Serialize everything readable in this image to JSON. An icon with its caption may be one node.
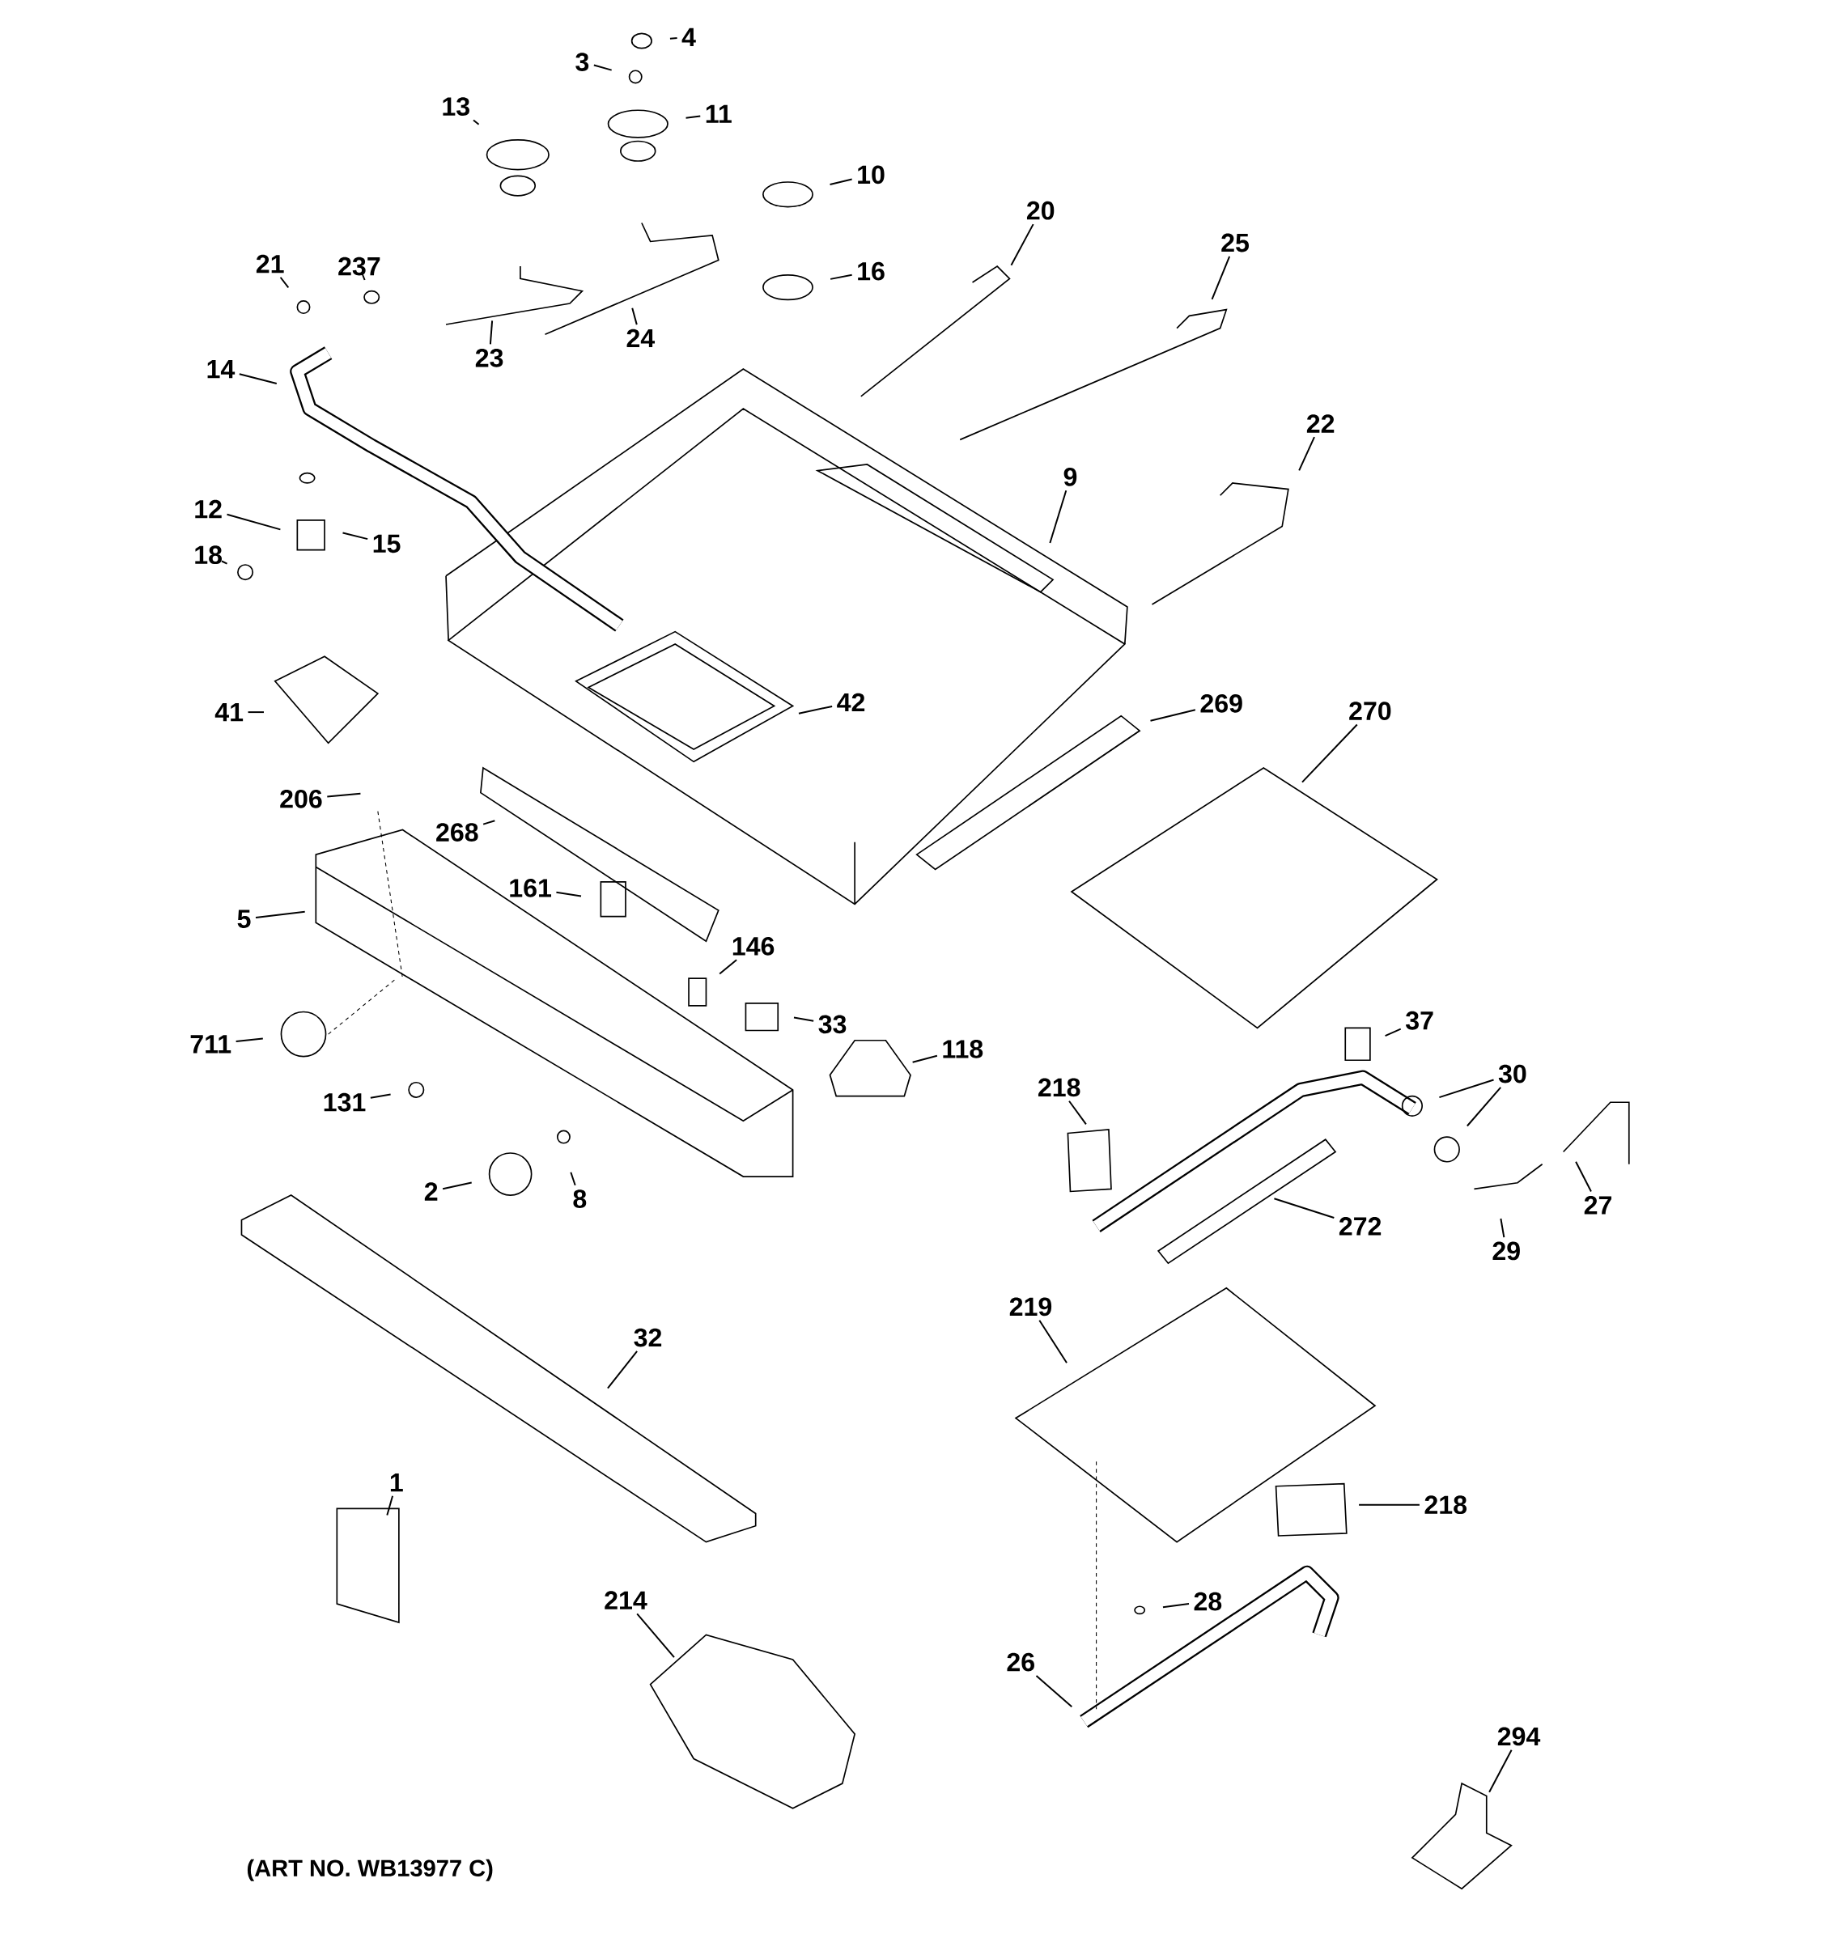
{
  "diagram": {
    "nodes": [
      {
        "text": [
          "4"
        ]
      },
      {
        "text": [
          "3"
        ]
      },
      {
        "text": [
          "13"
        ]
      },
      {
        "text": [
          "11"
        ]
      },
      {
        "text": [
          "10"
        ]
      },
      {
        "text": [
          "20"
        ]
      },
      {
        "text": [
          "16"
        ]
      },
      {
        "text": [
          "21"
        ]
      },
      {
        "text": [
          "237"
        ]
      },
      {
        "text": [
          "25"
        ]
      },
      {
        "text": [
          "24"
        ]
      },
      {
        "text": [
          "23"
        ]
      },
      {
        "text": [
          "14"
        ]
      },
      {
        "text": [
          "22"
        ]
      },
      {
        "text": [
          "9"
        ]
      },
      {
        "text": [
          "12"
        ]
      },
      {
        "text": [
          "15"
        ]
      },
      {
        "text": [
          "18"
        ]
      },
      {
        "text": [
          "42"
        ]
      },
      {
        "text": [
          "41"
        ]
      },
      {
        "text": [
          "269"
        ]
      },
      {
        "text": [
          "270"
        ]
      },
      {
        "text": [
          "206"
        ]
      },
      {
        "text": [
          "268"
        ]
      },
      {
        "text": [
          "161"
        ]
      },
      {
        "text": [
          "5"
        ]
      },
      {
        "text": [
          "146"
        ]
      },
      {
        "text": [
          "33"
        ]
      },
      {
        "text": [
          "37"
        ]
      },
      {
        "text": [
          "711"
        ]
      },
      {
        "text": [
          "118"
        ]
      },
      {
        "text": [
          "218"
        ]
      },
      {
        "text": [
          "30"
        ]
      },
      {
        "text": [
          "131"
        ]
      },
      {
        "text": [
          "2"
        ]
      },
      {
        "text": [
          "8"
        ]
      },
      {
        "text": [
          "27"
        ]
      },
      {
        "text": [
          "272"
        ]
      },
      {
        "text": [
          "29"
        ]
      },
      {
        "text": [
          "219"
        ]
      },
      {
        "text": [
          "32"
        ]
      },
      {
        "text": [
          "1"
        ]
      },
      {
        "text": [
          "218"
        ]
      },
      {
        "text": [
          "214"
        ]
      },
      {
        "text": [
          "28"
        ]
      },
      {
        "text": [
          "26"
        ]
      },
      {
        "text": [
          "294"
        ]
      }
    ],
    "edges": [
      {
        "from": 0,
        "to": null,
        "arrow": "none"
      },
      {
        "from": 1,
        "to": null,
        "arrow": "none"
      },
      {
        "from": 2,
        "to": null,
        "arrow": "none"
      },
      {
        "from": 3,
        "to": null,
        "arrow": "none"
      },
      {
        "from": 4,
        "to": null,
        "arrow": "none"
      },
      {
        "from": 5,
        "to": null,
        "arrow": "none"
      },
      {
        "from": 6,
        "to": null,
        "arrow": "none"
      },
      {
        "from": 7,
        "to": null,
        "arrow": "none"
      },
      {
        "from": 8,
        "to": null,
        "arrow": "none"
      },
      {
        "from": 9,
        "to": null,
        "arrow": "none"
      },
      {
        "from": 10,
        "to": null,
        "arrow": "none"
      },
      {
        "from": 11,
        "to": null,
        "arrow": "none"
      },
      {
        "from": 12,
        "to": null,
        "arrow": "none"
      },
      {
        "from": 13,
        "to": null,
        "arrow": "none"
      },
      {
        "from": 14,
        "to": null,
        "arrow": "none"
      },
      {
        "from": 15,
        "to": null,
        "arrow": "none"
      },
      {
        "from": 16,
        "to": null,
        "arrow": "none"
      },
      {
        "from": 17,
        "to": null,
        "arrow": "none"
      },
      {
        "from": 18,
        "to": null,
        "arrow": "none"
      },
      {
        "from": 19,
        "to": null,
        "arrow": "none"
      },
      {
        "from": 20,
        "to": null,
        "arrow": "none"
      },
      {
        "from": 21,
        "to": null,
        "arrow": "none"
      },
      {
        "from": 22,
        "to": null,
        "arrow": "none"
      },
      {
        "from": 23,
        "to": null,
        "arrow": "none"
      },
      {
        "from": 24,
        "to": null,
        "arrow": "none"
      },
      {
        "from": 25,
        "to": null,
        "arrow": "none"
      },
      {
        "from": 26,
        "to": null,
        "arrow": "none"
      },
      {
        "from": 27,
        "to": null,
        "arrow": "none"
      },
      {
        "from": 28,
        "to": null,
        "arrow": "none"
      },
      {
        "from": 29,
        "to": null,
        "arrow": "none"
      },
      {
        "from": 30,
        "to": null,
        "arrow": "none"
      },
      {
        "from": 31,
        "to": null,
        "arrow": "none"
      },
      {
        "from": 32,
        "to": null,
        "arrow": "none"
      },
      {
        "from": 32,
        "to": null,
        "arrow": "none"
      },
      {
        "from": 33,
        "to": null,
        "arrow": "none"
      },
      {
        "from": 34,
        "to": null,
        "arrow": "none"
      },
      {
        "from": 35,
        "to": null,
        "arrow": "none"
      },
      {
        "from": 36,
        "to": null,
        "arrow": "none"
      },
      {
        "from": 37,
        "to": null,
        "arrow": "none"
      },
      {
        "from": 38,
        "to": null,
        "arrow": "none"
      },
      {
        "from": 39,
        "to": null,
        "arrow": "none"
      },
      {
        "from": 40,
        "to": null,
        "arrow": "none"
      },
      {
        "from": 41,
        "to": null,
        "arrow": "none"
      },
      {
        "from": 42,
        "to": null,
        "arrow": "none"
      },
      {
        "from": 43,
        "to": null,
        "arrow": "none"
      },
      {
        "from": 44,
        "to": null,
        "arrow": "none"
      },
      {
        "from": 45,
        "to": null,
        "arrow": "none"
      },
      {
        "from": 46,
        "to": null,
        "arrow": "none"
      }
    ],
    "labels": [
      "(ART NO. WB13977 C)"
    ]
  }
}
